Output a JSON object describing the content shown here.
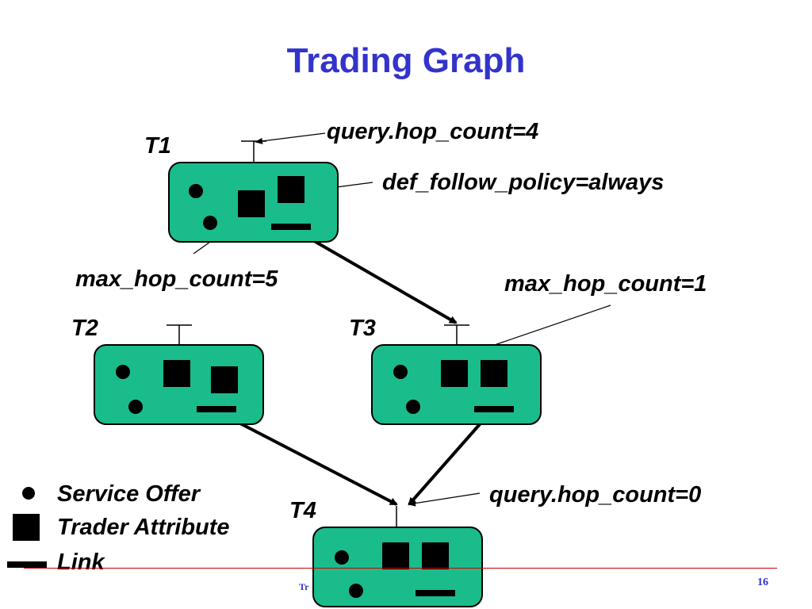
{
  "title": "Trading Graph",
  "nodes": {
    "t1": {
      "label": "T1"
    },
    "t2": {
      "label": "T2"
    },
    "t3": {
      "label": "T3"
    },
    "t4": {
      "label": "T4"
    }
  },
  "annotations": {
    "t1_query": "query.hop_count=4",
    "t1_policy": "def_follow_policy=always",
    "t1_max_hop": "max_hop_count=5",
    "t3_max_hop": "max_hop_count=1",
    "t4_query": "query.hop_count=0"
  },
  "legend": {
    "service_offer": "Service Offer",
    "trader_attribute": "Trader Attribute",
    "link": "Link"
  },
  "footer": {
    "text": "Tr",
    "page_number": "16"
  }
}
